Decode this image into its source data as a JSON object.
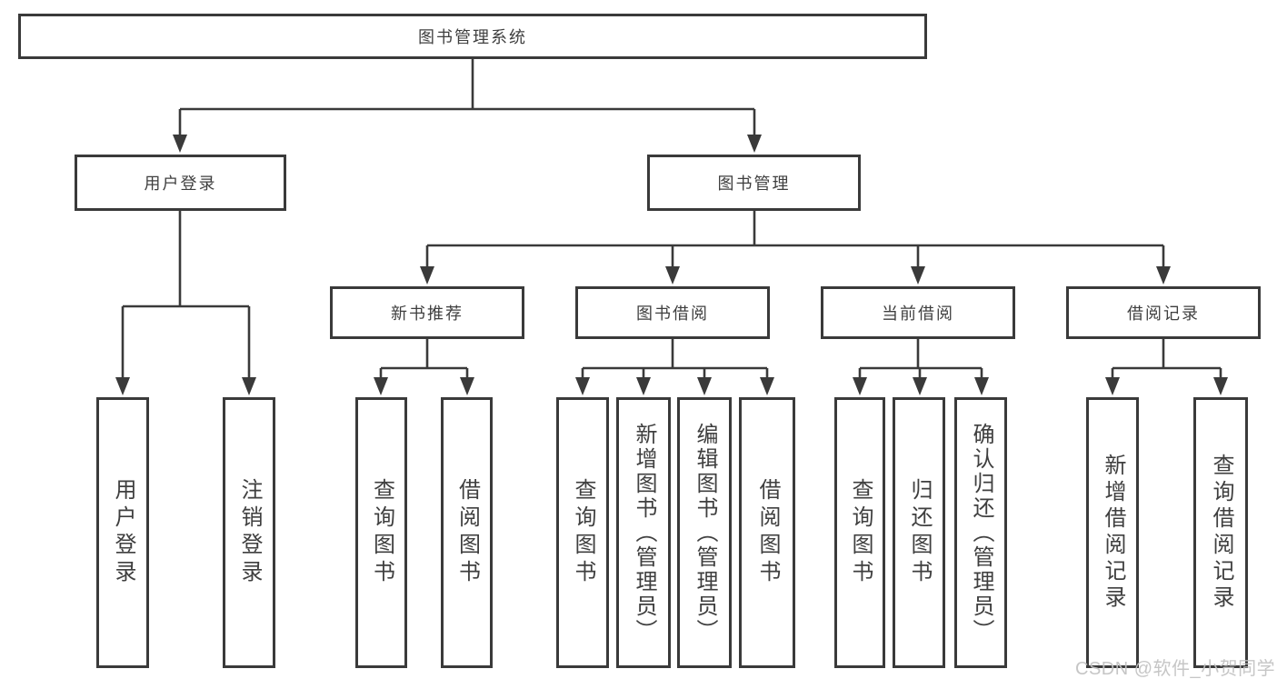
{
  "diagram": {
    "root": "图书管理系统",
    "level2": {
      "user_login": "用户登录",
      "book_management": "图书管理"
    },
    "level3": {
      "new_book_recommend": "新书推荐",
      "book_borrow": "图书借阅",
      "current_borrow": "当前借阅",
      "borrow_records": "借阅记录"
    },
    "leaves": {
      "user_login": "用户登录",
      "logout": "注销登录",
      "nb_query_books": "查询图书",
      "nb_borrow_books": "借阅图书",
      "bb_query_books": "查询图书",
      "bb_add_books": "新增图书（管理员）",
      "bb_edit_books": "编辑图书（管理员）",
      "bb_borrow_books": "借阅图书",
      "cb_query_books": "查询图书",
      "cb_return_books": "归还图书",
      "cb_confirm_return": "确认归还（管理员）",
      "br_add_record": "新增借阅记录",
      "br_query_record": "查询借阅记录"
    },
    "watermark": "CSDN @软件_小贺同学"
  },
  "colors": {
    "line": "#3a3a3a",
    "text": "#3f3f3f",
    "watermark": "#c1c1c1",
    "background": "#ffffff"
  }
}
